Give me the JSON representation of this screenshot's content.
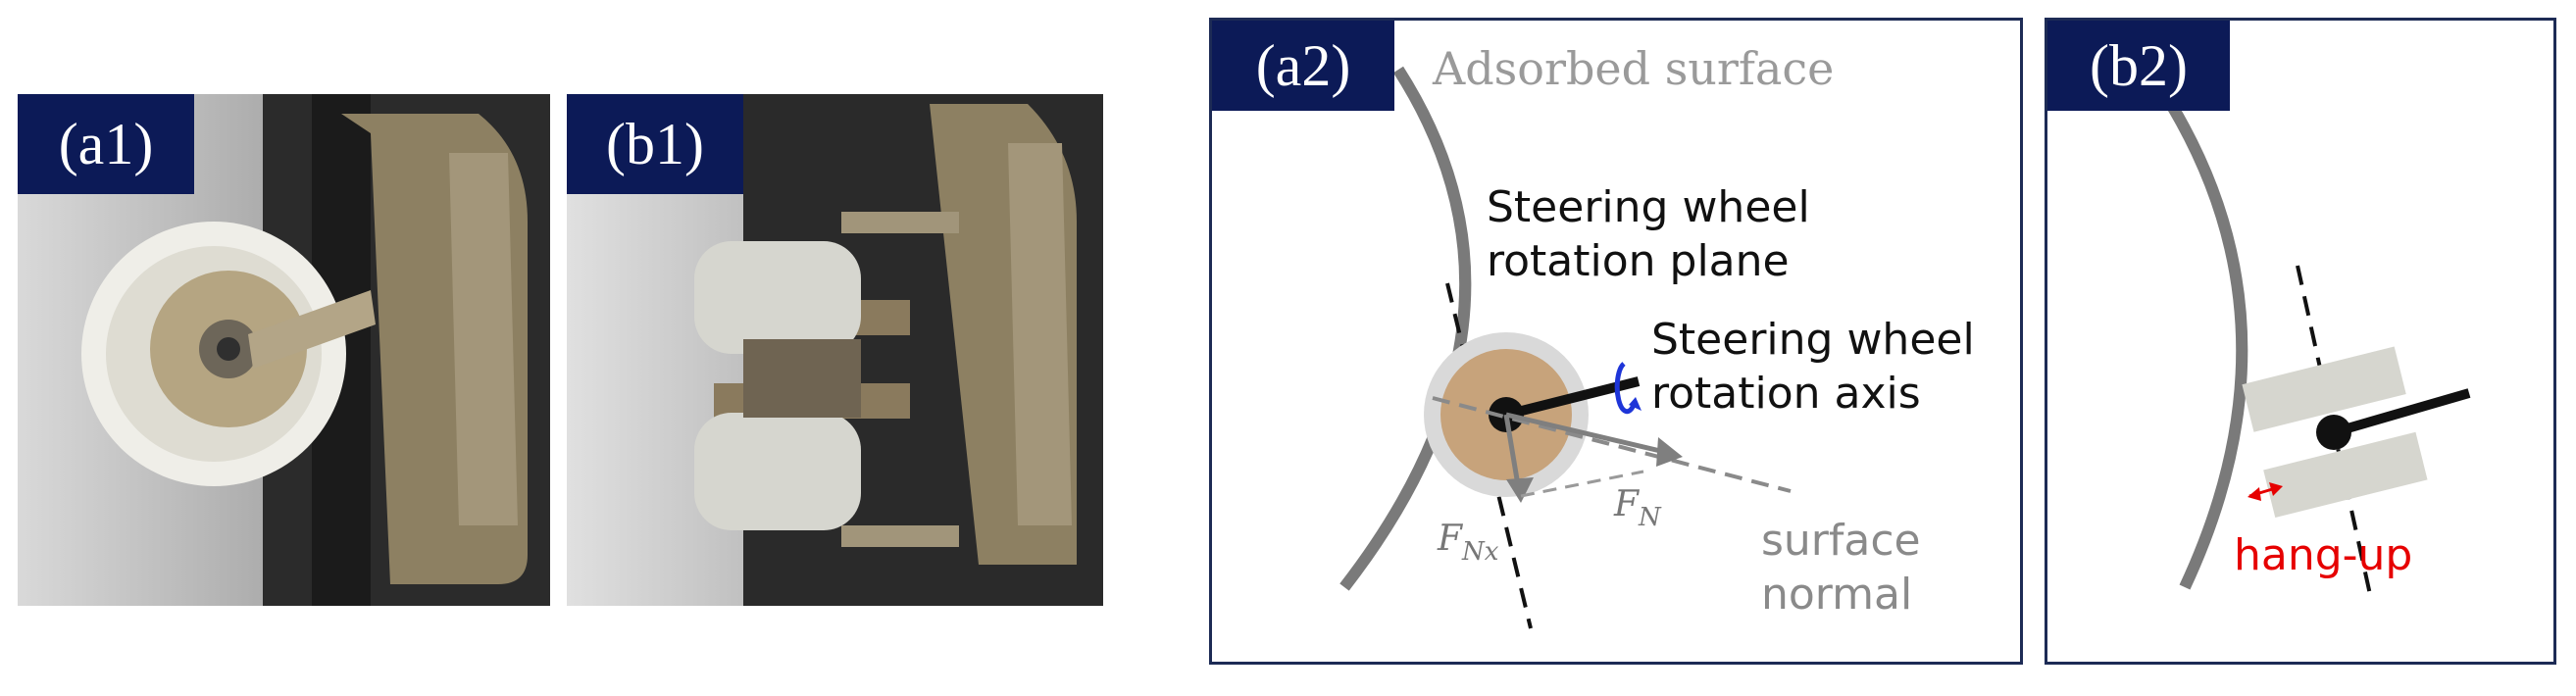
{
  "panels": {
    "a1": {
      "label": "(a1)"
    },
    "b1": {
      "label": "(b1)"
    },
    "a2": {
      "label": "(a2)",
      "surface_label": "Adsorbed surface",
      "plane_label_line1": "Steering wheel",
      "plane_label_line2": "rotation plane",
      "axis_label_line1": "Steering wheel",
      "axis_label_line2": "rotation axis",
      "force_nx": "F",
      "force_nx_sub": "Nx",
      "force_n": "F",
      "force_n_sub": "N",
      "normal_line1": "surface",
      "normal_line2": "normal"
    },
    "b2": {
      "label": "(b2)",
      "hangup_label": "hang-up"
    }
  },
  "colors": {
    "tag_bg": "#0c1a57",
    "frame": "#1d2b55",
    "hub": "#c7a37b",
    "blue_arrow": "#1e35d8",
    "hangup": "#e60000"
  }
}
